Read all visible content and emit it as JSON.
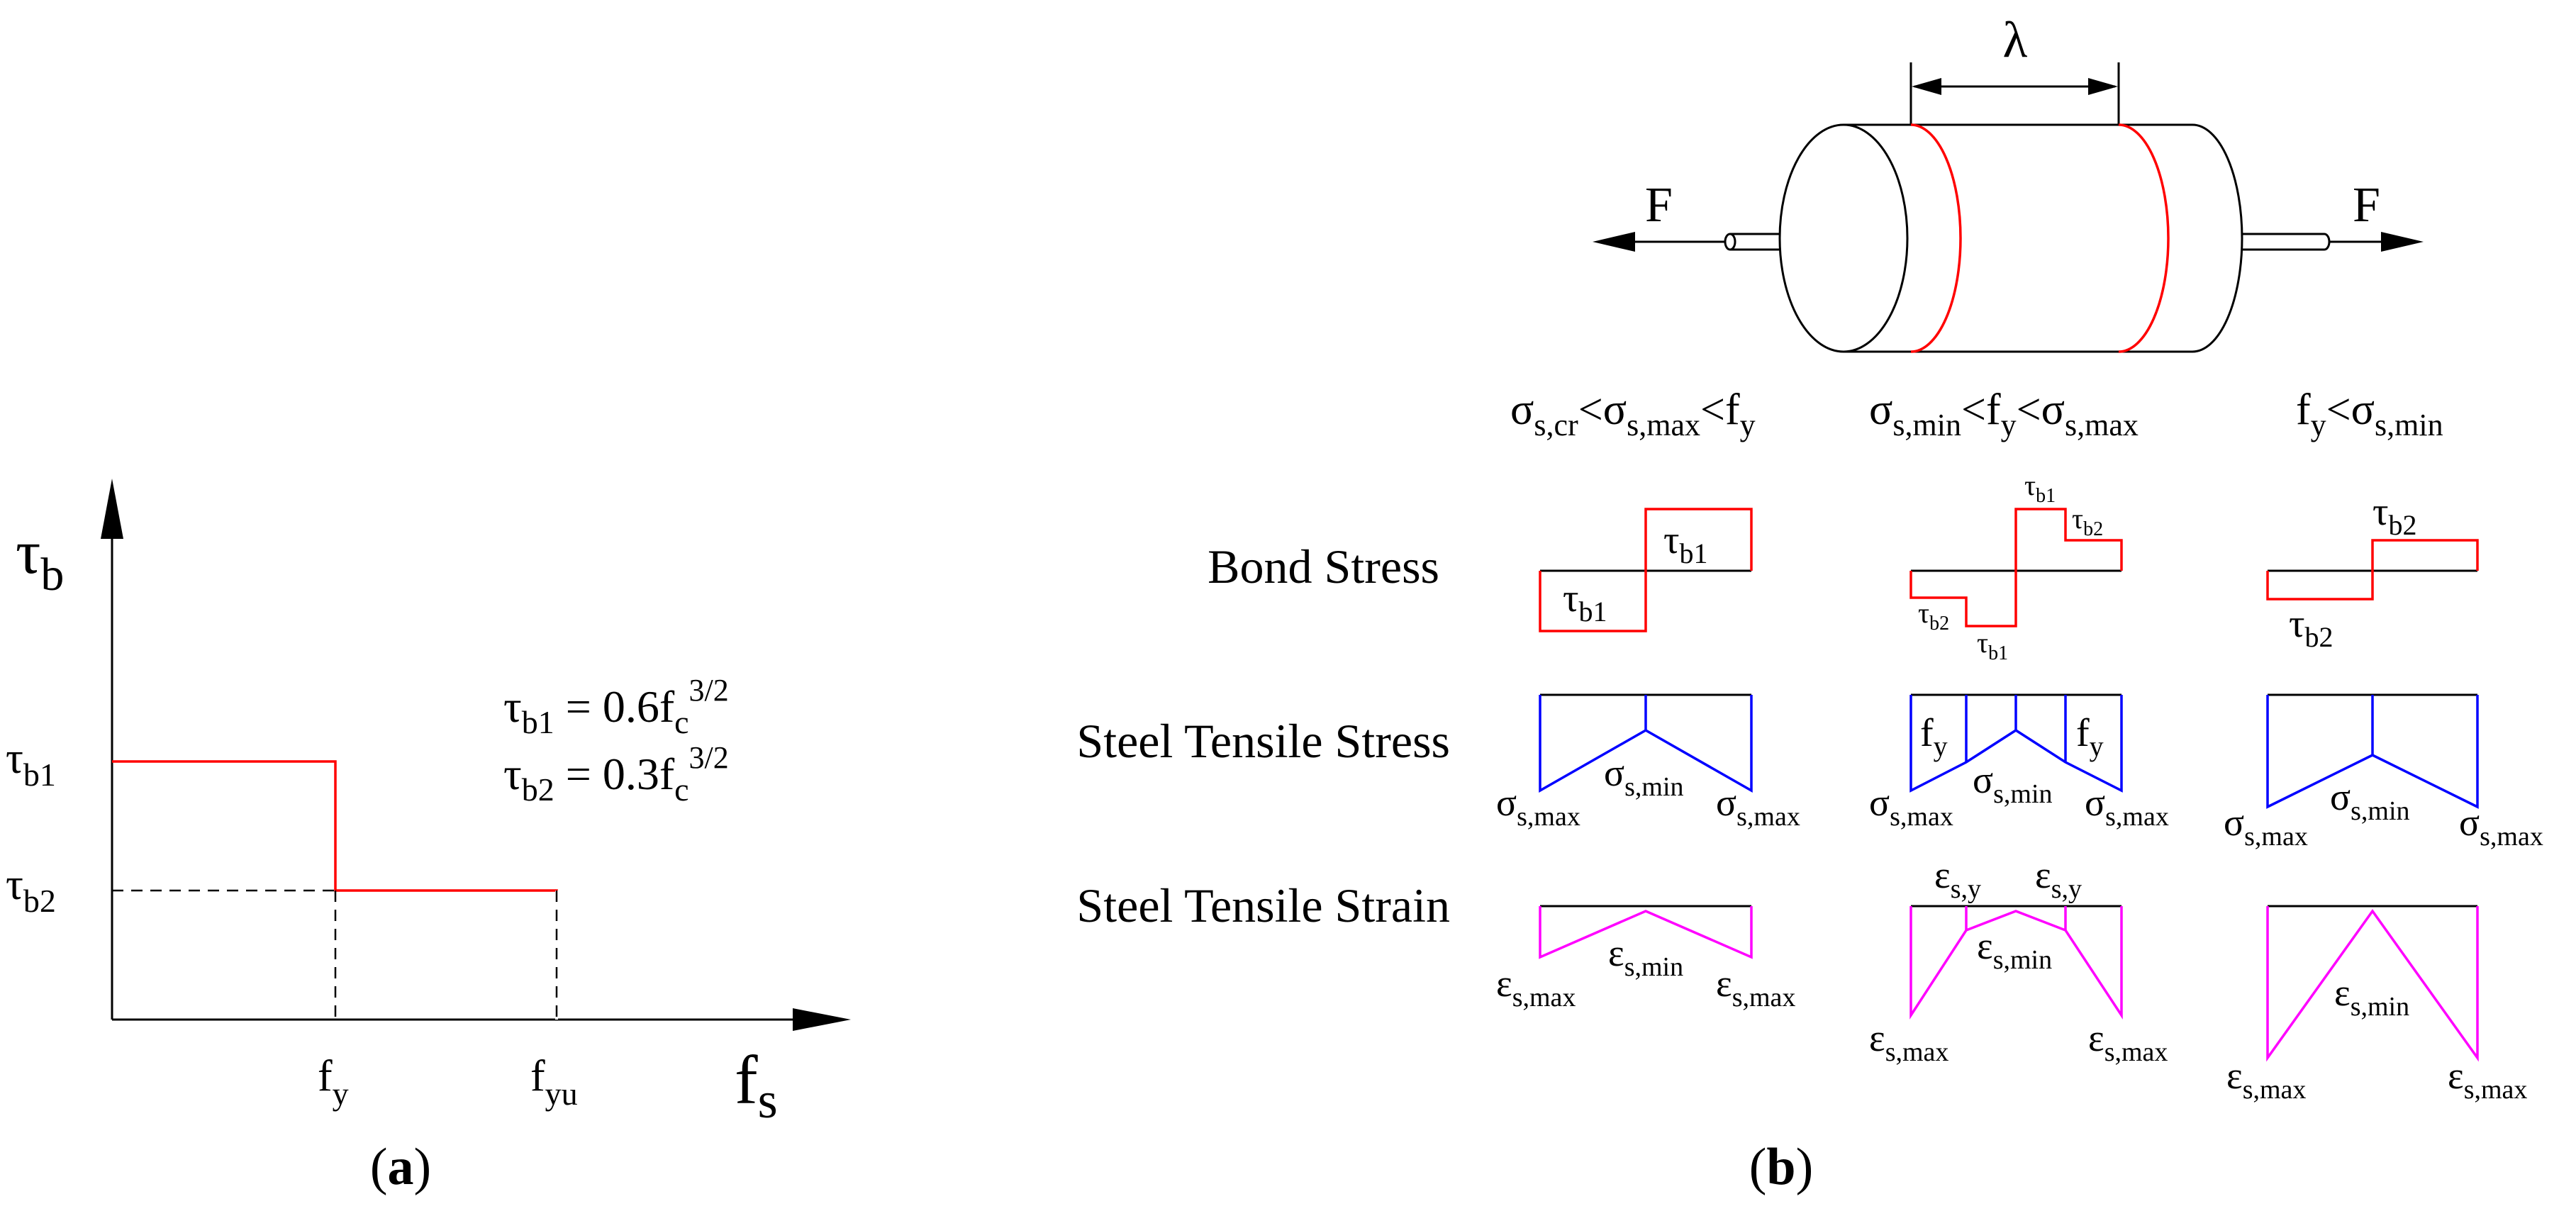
{
  "panel_a": {
    "caption_open": "(",
    "caption_letter": "a",
    "caption_close": ")",
    "y_axis": {
      "sym": "τ",
      "sub": "b"
    },
    "x_axis": {
      "sym": "f",
      "sub": "s"
    },
    "levels": [
      {
        "sym": "τ",
        "sub": "b1"
      },
      {
        "sym": "τ",
        "sub": "b2"
      }
    ],
    "x_ticks": [
      {
        "sym": "f",
        "sub": "y"
      },
      {
        "sym": "f",
        "sub": "yu"
      }
    ],
    "equations": [
      {
        "sym": "τ",
        "sub": "b1",
        "eq": " = 0.6f",
        "csub": "c",
        "sup": "3/2"
      },
      {
        "sym": "τ",
        "sub": "b2",
        "eq": " = 0.3f",
        "csub": "c",
        "sup": "3/2"
      }
    ],
    "curve_color": "#ff0000"
  },
  "panel_b": {
    "caption_open": "(",
    "caption_letter": "b",
    "caption_close": ")",
    "lambda": "λ",
    "force": "F",
    "row_labels": [
      "Bond Stress",
      "Steel Tensile Stress",
      "Steel Tensile Strain"
    ],
    "cases": [
      "σs,cr<σs,max<fy",
      "σs,min<fy<σs,max",
      "fy<σs,min"
    ],
    "bond": {
      "tb1": {
        "sym": "τ",
        "sub": "b1"
      },
      "tb2": {
        "sym": "τ",
        "sub": "b2"
      }
    },
    "stress": {
      "smax": {
        "sym": "σ",
        "sub": "s,max"
      },
      "smin": {
        "sym": "σ",
        "sub": "s,min"
      },
      "fy": {
        "sym": "f",
        "sub": "y"
      }
    },
    "strain": {
      "emax": {
        "sym": "ε",
        "sub": "s,max"
      },
      "emin": {
        "sym": "ε",
        "sub": "s,min"
      },
      "ey": {
        "sym": "ε",
        "sub": "s,y"
      }
    },
    "colors": {
      "bond": "#ff0000",
      "stress": "#0000ff",
      "strain": "#ff00ff",
      "crack": "#ff0000"
    }
  }
}
